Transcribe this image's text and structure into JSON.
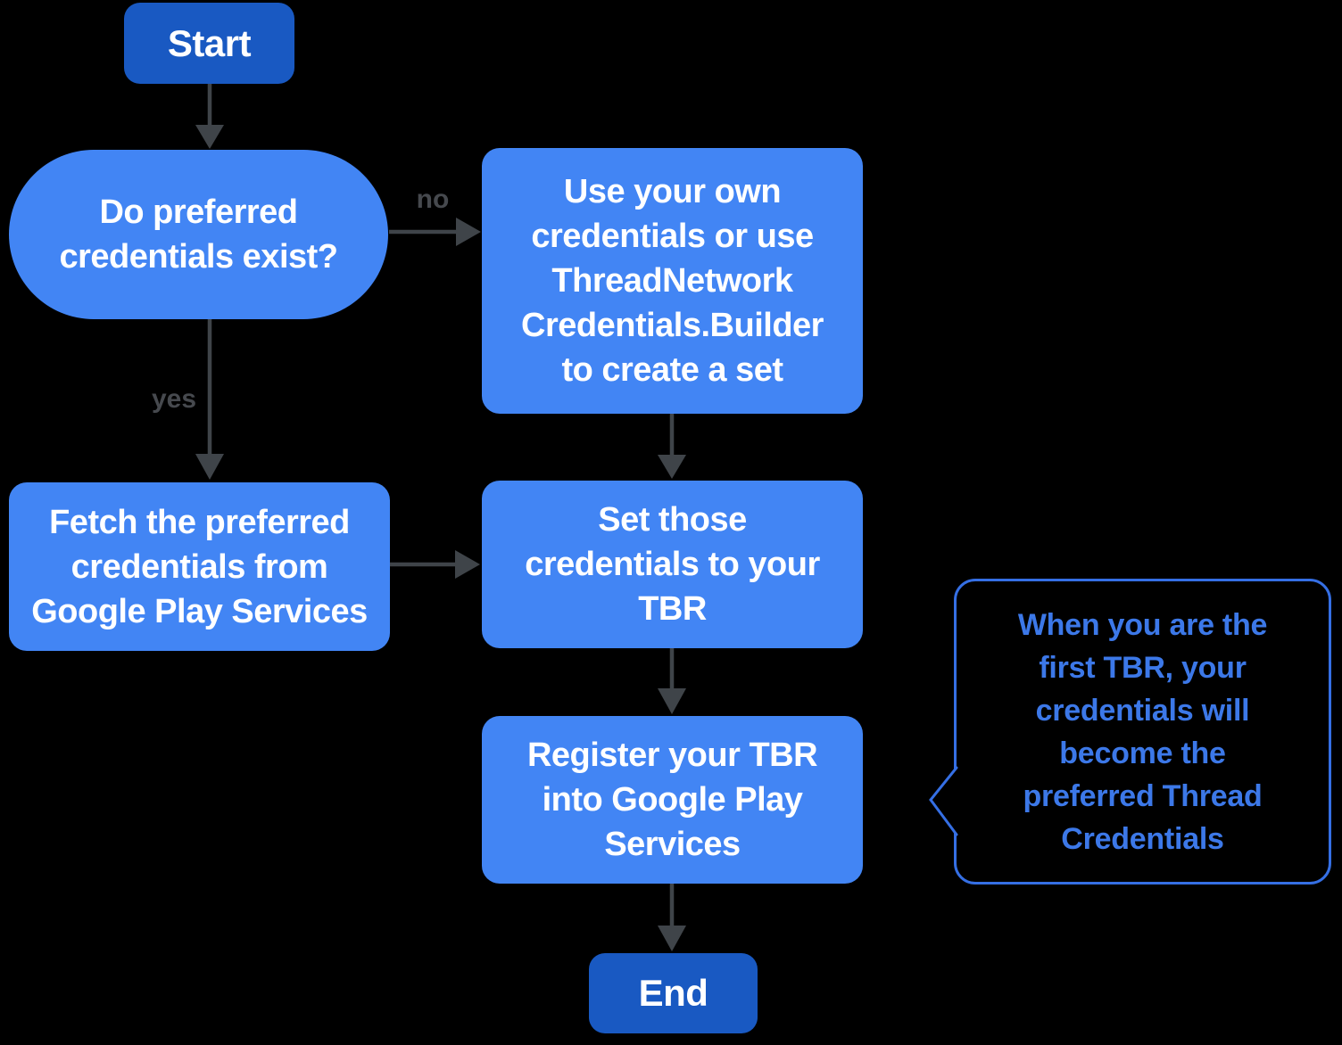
{
  "flowchart": {
    "nodes": {
      "start": {
        "label": "Start"
      },
      "decision": {
        "label": [
          "Do preferred",
          "credentials exist?"
        ]
      },
      "use_own": {
        "label": [
          "Use your own",
          "credentials or use",
          "ThreadNetwork",
          "Credentials.Builder",
          "to create a set"
        ]
      },
      "fetch": {
        "label": [
          "Fetch the preferred",
          "credentials from",
          "Google Play Services"
        ]
      },
      "set_credentials": {
        "label": [
          "Set those",
          "credentials to your",
          "TBR"
        ]
      },
      "register": {
        "label": [
          "Register your TBR",
          "into Google Play",
          "Services"
        ]
      },
      "end": {
        "label": "End"
      }
    },
    "edge_labels": {
      "no": "no",
      "yes": "yes"
    },
    "callout": {
      "text": [
        "When you are the",
        "first TBR, your",
        "credentials will",
        "become the",
        "preferred Thread",
        "Credentials"
      ]
    },
    "colors": {
      "background": "#000000",
      "node_fill": "#4285F4",
      "terminal_fill": "#1959C2",
      "node_text": "#FFFFFF",
      "arrow": "#3F4449",
      "edge_label": "#46494E",
      "callout_border": "#356FE4",
      "callout_text": "#3C78E8"
    }
  }
}
